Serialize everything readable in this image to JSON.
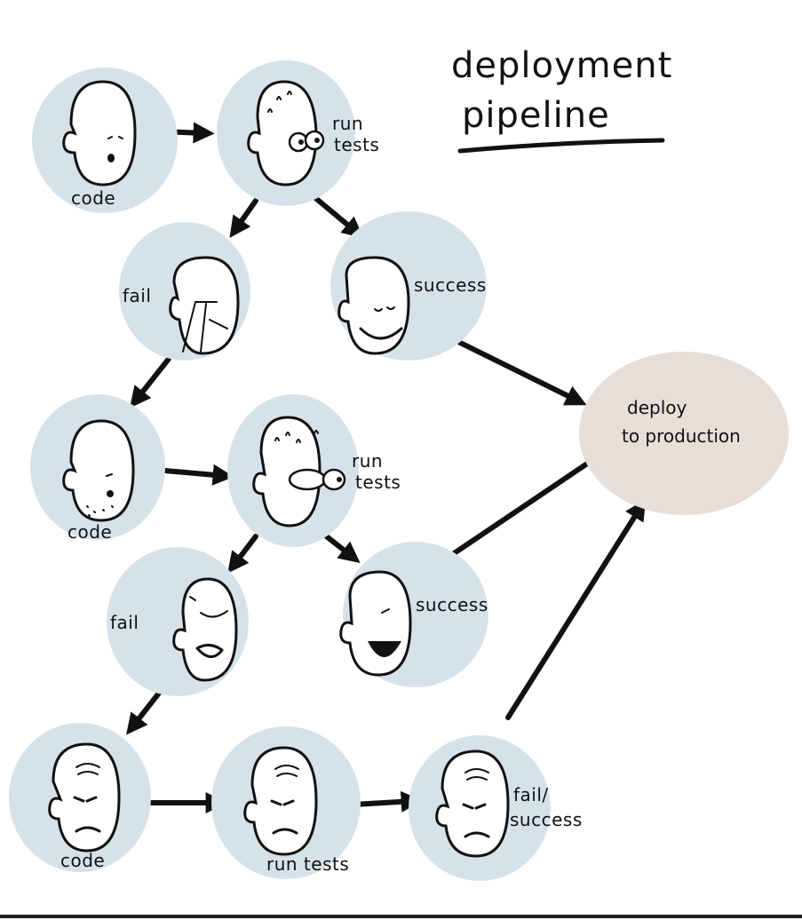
{
  "title": {
    "line1": "deployment",
    "line2": "pipeline"
  },
  "nodes": {
    "code1": "code",
    "runtests1_a": "run",
    "runtests1_b": "tests",
    "fail1": "fail",
    "success1": "success",
    "deploy_a": "deploy",
    "deploy_b": "to production",
    "code2": "code",
    "runtests2_a": "run",
    "runtests2_b": "tests",
    "fail2": "fail",
    "success2": "success",
    "code3": "code",
    "runtests3": "run tests",
    "failsuccess_a": "fail/",
    "failsuccess_b": "success"
  },
  "colors": {
    "bubble": "#d6e2ea",
    "deploy_bubble": "#e6ded7",
    "ink": "#111111"
  }
}
